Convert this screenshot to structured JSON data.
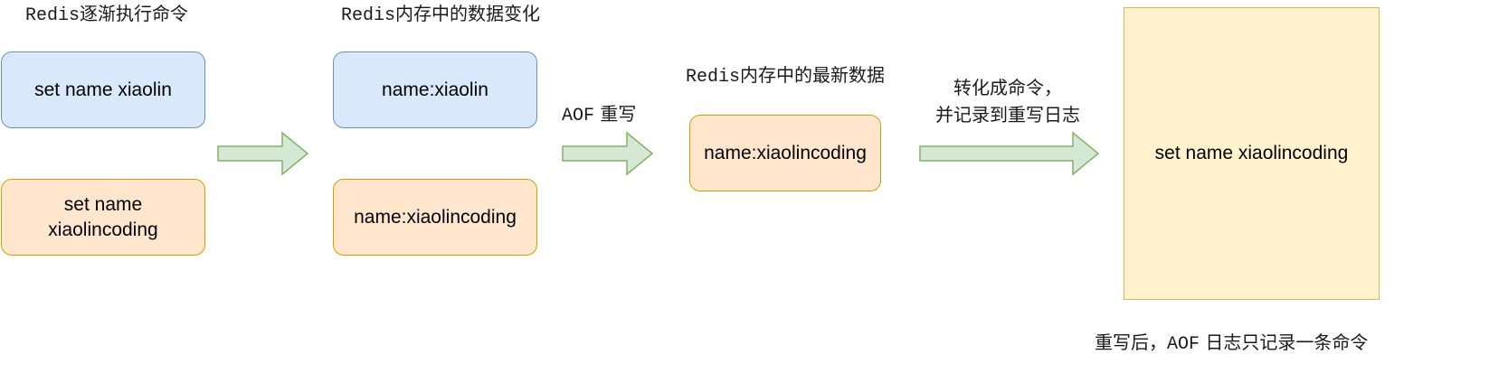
{
  "columns": {
    "commands": {
      "heading_prefix": "Redis",
      "heading_suffix": "逐渐执行命令",
      "cmd1": "set name xiaolin",
      "cmd2": "set name xiaolincoding"
    },
    "memory_changes": {
      "heading_prefix": "Redis",
      "heading_suffix": "内存中的数据变化",
      "value1": "name:xiaolin",
      "value2": "name:xiaolincoding"
    },
    "latest_data": {
      "heading_prefix": "Redis",
      "heading_suffix": "内存中的最新数据",
      "value": "name:xiaolincoding"
    },
    "rewrite_log": {
      "command": "set name xiaolincoding",
      "caption_prefix": "重写后，",
      "caption_mono": "AOF",
      "caption_suffix": " 日志只记录一条命令"
    }
  },
  "arrows": {
    "rewrite_label_mono": "AOF",
    "rewrite_label_text": " 重写",
    "convert_line1": "转化成命令，",
    "convert_line2": "并记录到重写日志"
  },
  "colors": {
    "blue_fill": "#dae8fc",
    "blue_stroke": "#6c8ebf",
    "orange_fill": "#ffe6cc",
    "orange_stroke": "#d79b00",
    "yellow_fill": "#fff2cc",
    "yellow_stroke": "#d6b656",
    "arrow_fill": "#d5e8d4",
    "arrow_stroke": "#82b366"
  }
}
